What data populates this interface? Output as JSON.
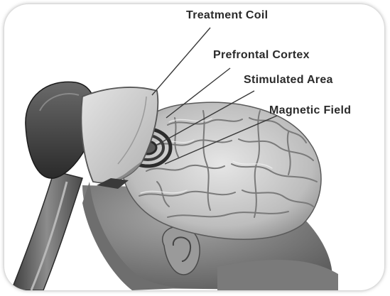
{
  "labels": {
    "treatment_coil": "Treatment Coil",
    "prefrontal_cortex": "Prefrontal Cortex",
    "stimulated_area": "Stimulated Area",
    "magnetic_field": "Magnetic Field"
  },
  "colors": {
    "label_text": "#2a2a2a",
    "leader_line": "#3a3a3a"
  }
}
